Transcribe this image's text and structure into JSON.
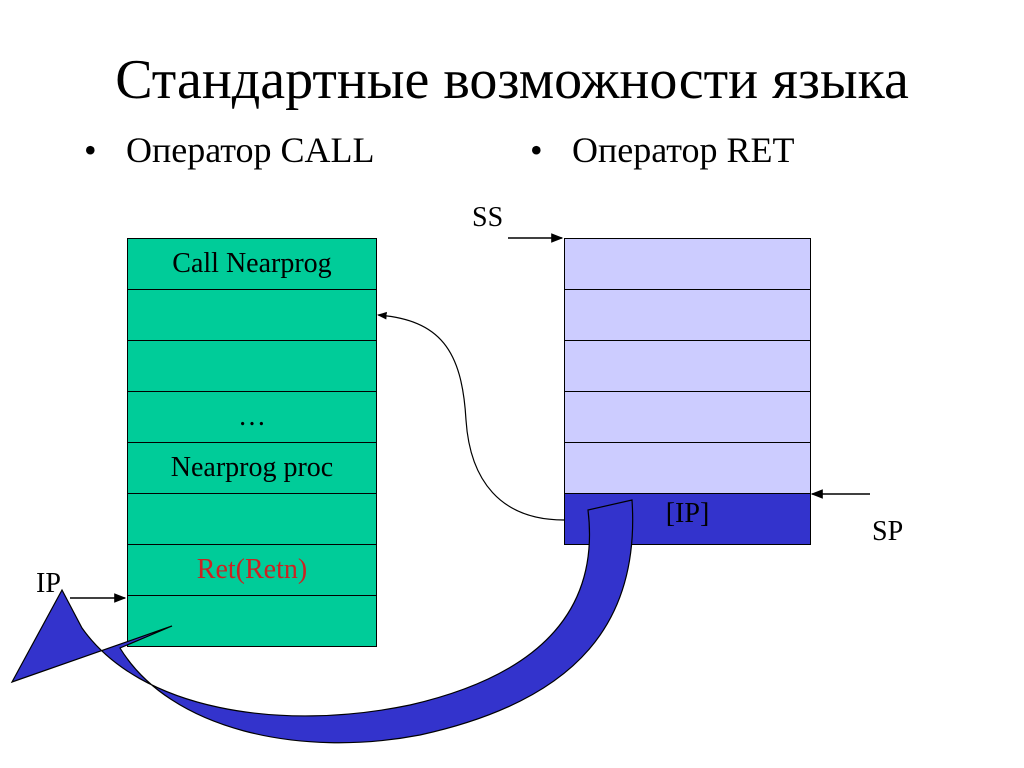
{
  "title": "Стандартные возможности языка",
  "bullets": [
    {
      "symbol": "•",
      "text": "Оператор CALL"
    },
    {
      "symbol": "•",
      "text": "Оператор RET"
    }
  ],
  "code_stack": {
    "color": "#00cc99",
    "cells": [
      {
        "text": "Call Nearprog",
        "color": "#000000"
      },
      {
        "text": "",
        "color": "#000000"
      },
      {
        "text": "",
        "color": "#000000"
      },
      {
        "text": "…",
        "color": "#000000"
      },
      {
        "text": "Nearprog proc",
        "color": "#000000"
      },
      {
        "text": "",
        "color": "#000000"
      },
      {
        "text": "Ret(Retn)",
        "color": "#cc2222"
      },
      {
        "text": "",
        "color": "#000000"
      }
    ]
  },
  "memory_stack": {
    "color": "#ccccff",
    "top_color": "#3333cc",
    "cells": [
      "",
      "",
      "",
      "",
      "",
      "[IP]"
    ]
  },
  "labels": {
    "ss": "SS",
    "sp": "SP",
    "ip": "IP"
  },
  "return_arrow_color": "#3333cc"
}
